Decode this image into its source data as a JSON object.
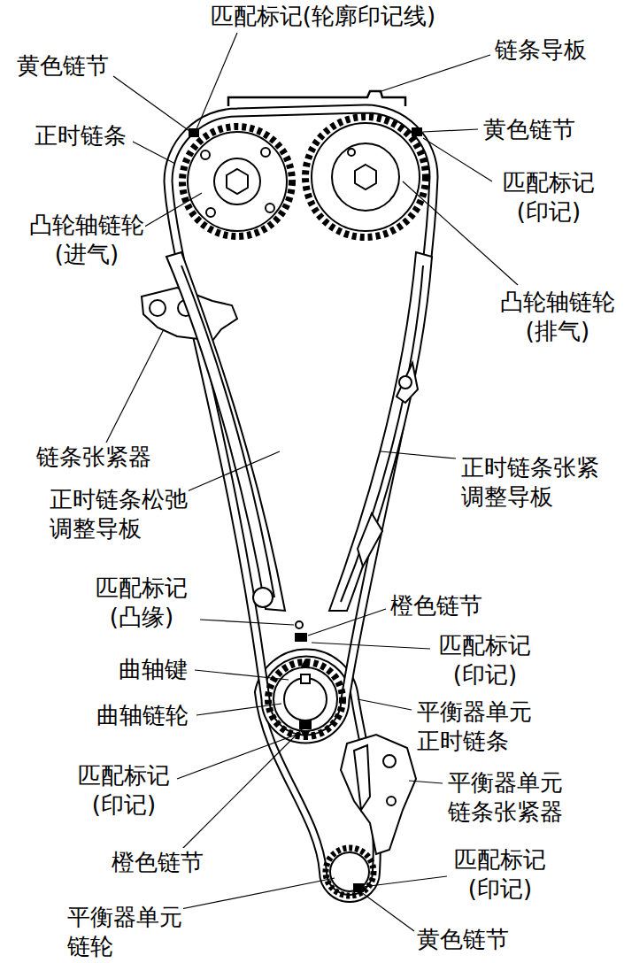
{
  "diagram": {
    "labels": [
      "匹配标记(轮廓印记线)",
      "黄色链节",
      "链条导板",
      "黄色链节",
      "正时链条",
      "匹配标记 (印记)",
      "凸轮轴链轮 (进气)",
      "凸轮轴链轮 (排气)",
      "链条张紧器",
      "正时链条松弛 调整导板",
      "正时链条张紧 调整导板",
      "匹配标记 (凸缘)",
      "橙色链节",
      "匹配标记 (印记)",
      "曲轴键",
      "曲轴链轮",
      "平衡器单元 正时链条",
      "匹配标记 (印记)",
      "平衡器单元 链条张紧器",
      "橙色链节",
      "匹配标记 (印记)",
      "平衡器单元 链轮",
      "黄色链节"
    ]
  }
}
